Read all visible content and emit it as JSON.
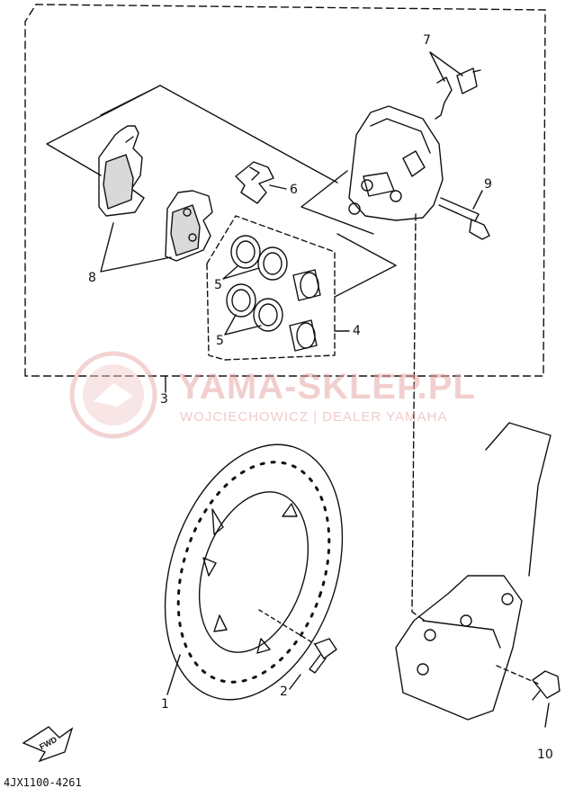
{
  "diagram": {
    "reference_code": "4JX1100-4261",
    "fwd_label": "FWD",
    "callouts": [
      {
        "id": "1",
        "label": "1"
      },
      {
        "id": "2",
        "label": "2"
      },
      {
        "id": "3",
        "label": "3"
      },
      {
        "id": "4",
        "label": "4"
      },
      {
        "id": "5a",
        "label": "5"
      },
      {
        "id": "5b",
        "label": "5"
      },
      {
        "id": "6",
        "label": "6"
      },
      {
        "id": "7",
        "label": "7"
      },
      {
        "id": "8",
        "label": "8"
      },
      {
        "id": "9",
        "label": "9"
      },
      {
        "id": "10",
        "label": "10"
      }
    ]
  },
  "watermark": {
    "title": "YAMA-SKLEP.PL",
    "subtitle": "WOJCIECHOWICZ | DEALER YAMAHA",
    "color": "#e8a8a8"
  },
  "colors": {
    "line": "#111111",
    "background": "#ffffff"
  }
}
